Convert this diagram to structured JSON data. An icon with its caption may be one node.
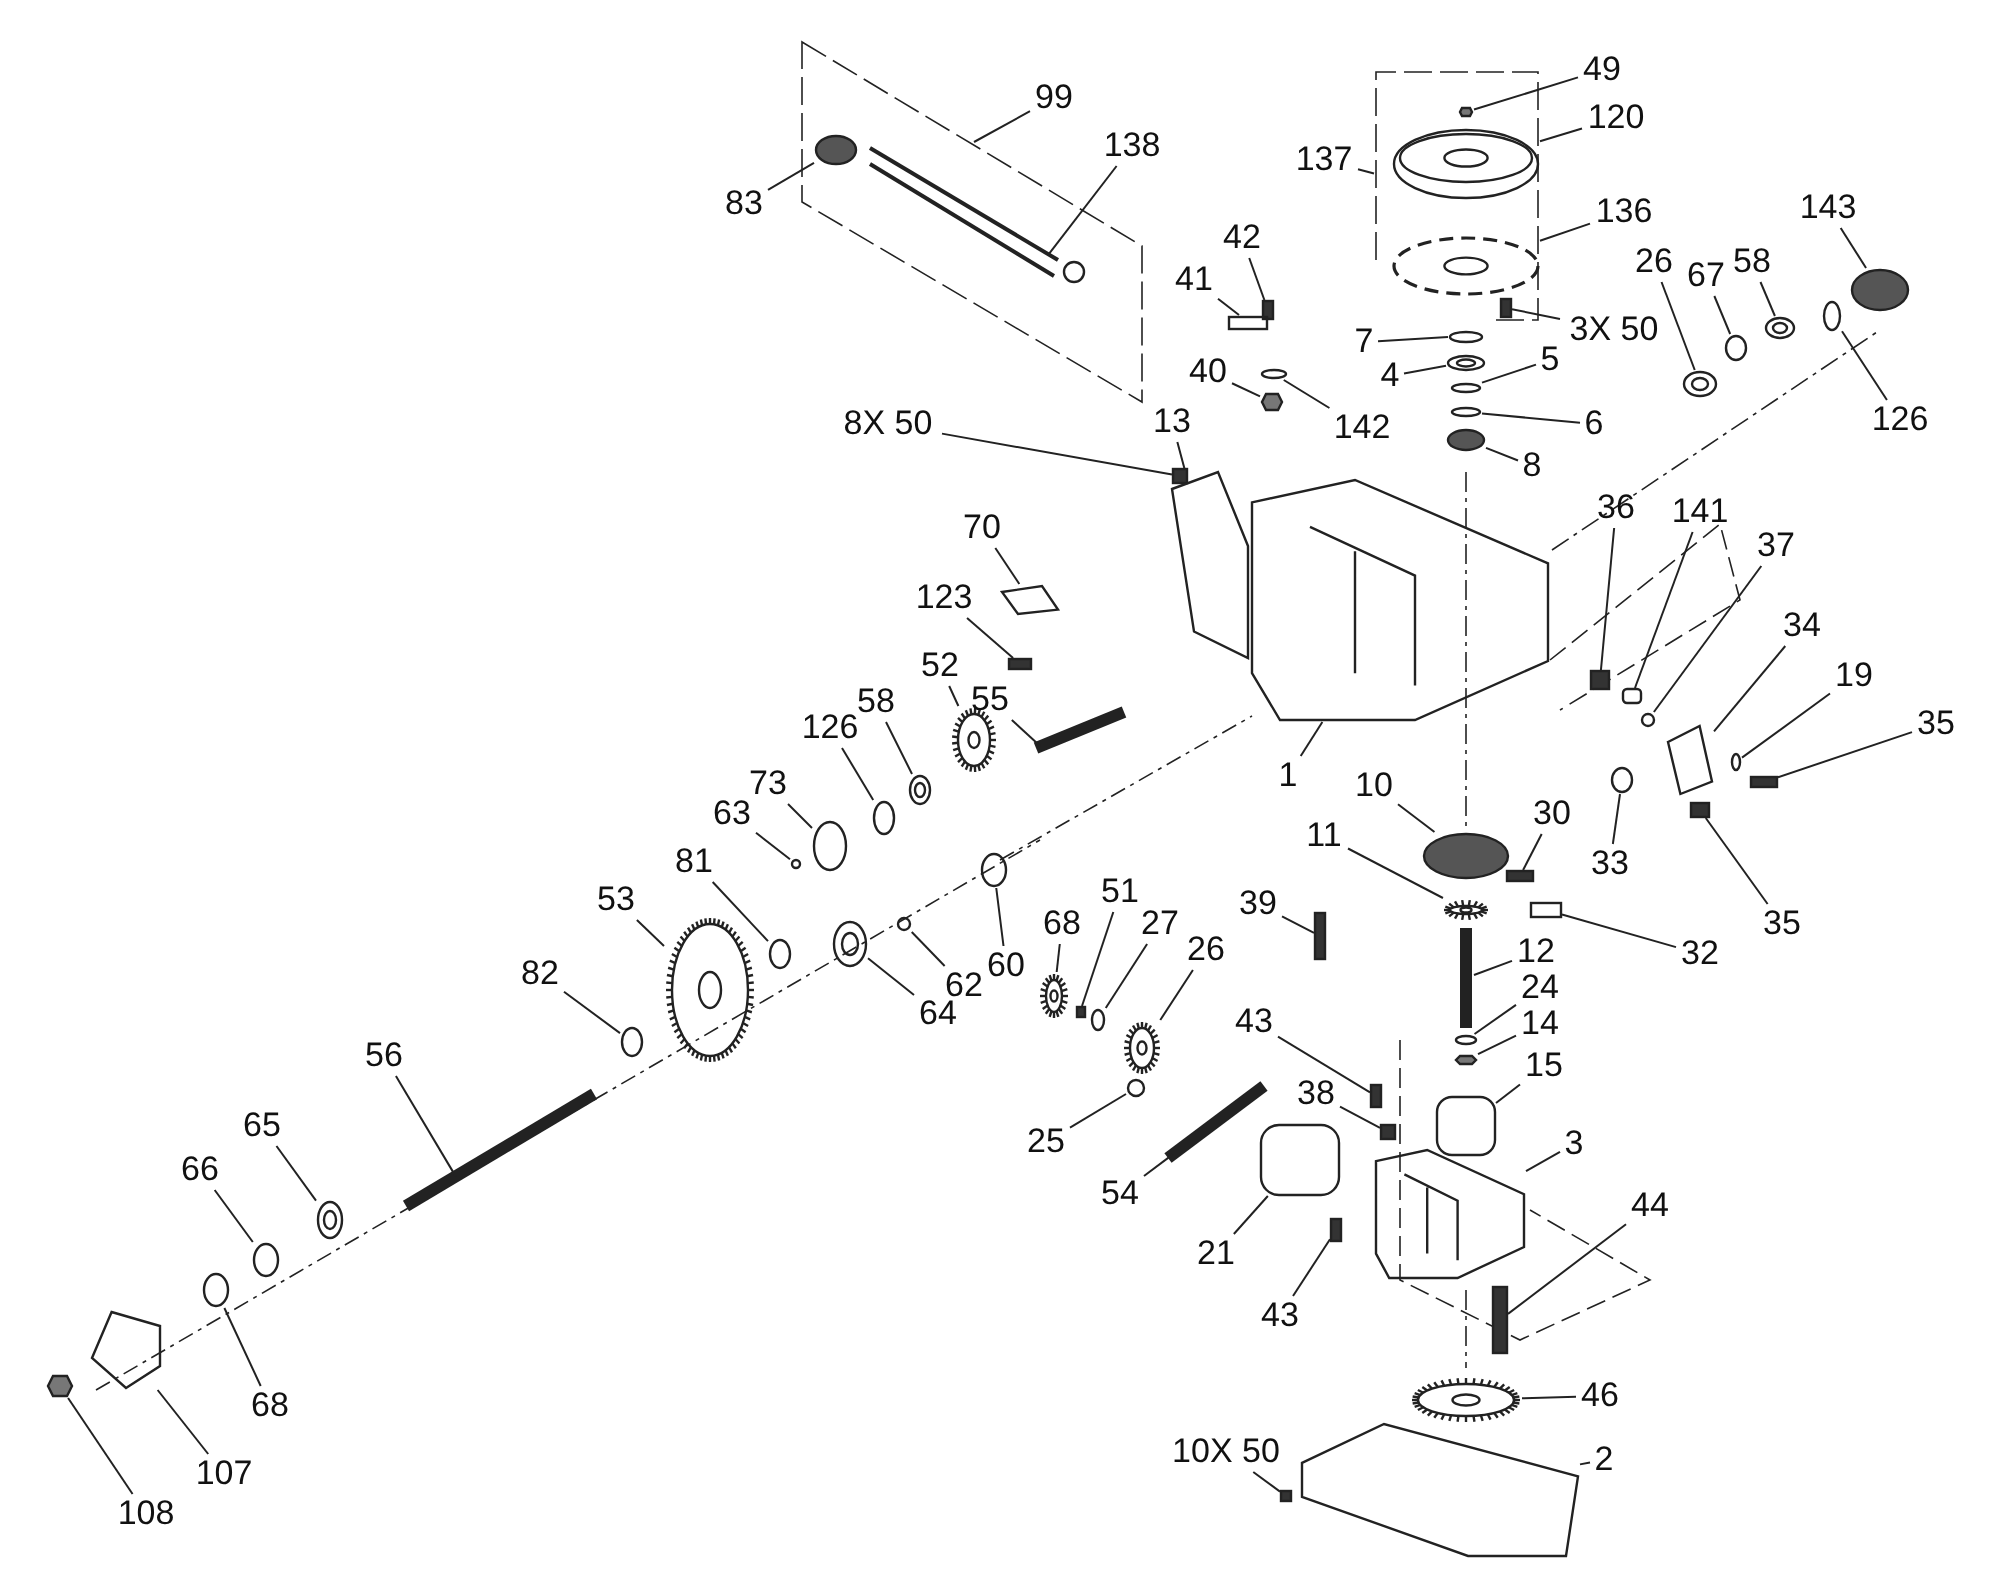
{
  "diagram": {
    "nodes": [
      {
        "text": [
          "99"
        ]
      },
      {
        "text": [
          "138"
        ]
      },
      {
        "text": [
          "83"
        ]
      },
      {
        "text": [
          "49"
        ]
      },
      {
        "text": [
          "120"
        ]
      },
      {
        "text": [
          "137"
        ]
      },
      {
        "text": [
          "136"
        ]
      },
      {
        "text": [
          "42"
        ]
      },
      {
        "text": [
          "143"
        ]
      },
      {
        "text": [
          "41"
        ]
      },
      {
        "text": [
          "26"
        ]
      },
      {
        "text": [
          "67"
        ]
      },
      {
        "text": [
          "58"
        ]
      },
      {
        "text": [
          "7"
        ]
      },
      {
        "text": [
          "3X 50"
        ]
      },
      {
        "text": [
          "4"
        ]
      },
      {
        "text": [
          "5"
        ]
      },
      {
        "text": [
          "40"
        ]
      },
      {
        "text": [
          "142"
        ]
      },
      {
        "text": [
          "6"
        ]
      },
      {
        "text": [
          "8"
        ]
      },
      {
        "text": [
          "126"
        ]
      },
      {
        "text": [
          "8X 50"
        ]
      },
      {
        "text": [
          "13"
        ]
      },
      {
        "text": [
          "70"
        ]
      },
      {
        "text": [
          "36"
        ]
      },
      {
        "text": [
          "141"
        ]
      },
      {
        "text": [
          "37"
        ]
      },
      {
        "text": [
          "34"
        ]
      },
      {
        "text": [
          "123"
        ]
      },
      {
        "text": [
          "19"
        ]
      },
      {
        "text": [
          "35"
        ]
      },
      {
        "text": [
          "52"
        ]
      },
      {
        "text": [
          "55"
        ]
      },
      {
        "text": [
          "58"
        ]
      },
      {
        "text": [
          "126"
        ]
      },
      {
        "text": [
          "1"
        ]
      },
      {
        "text": [
          "73"
        ]
      },
      {
        "text": [
          "10"
        ]
      },
      {
        "text": [
          "30"
        ]
      },
      {
        "text": [
          "63"
        ]
      },
      {
        "text": [
          "11"
        ]
      },
      {
        "text": [
          "35"
        ]
      },
      {
        "text": [
          "33"
        ]
      },
      {
        "text": [
          "32"
        ]
      },
      {
        "text": [
          "39"
        ]
      },
      {
        "text": [
          "81"
        ]
      },
      {
        "text": [
          "53"
        ]
      },
      {
        "text": [
          "68"
        ]
      },
      {
        "text": [
          "51"
        ]
      },
      {
        "text": [
          "27"
        ]
      },
      {
        "text": [
          "26"
        ]
      },
      {
        "text": [
          "12"
        ]
      },
      {
        "text": [
          "60"
        ]
      },
      {
        "text": [
          "62"
        ]
      },
      {
        "text": [
          "64"
        ]
      },
      {
        "text": [
          "24"
        ]
      },
      {
        "text": [
          "14"
        ]
      },
      {
        "text": [
          "43"
        ]
      },
      {
        "text": [
          "15"
        ]
      },
      {
        "text": [
          "82"
        ]
      },
      {
        "text": [
          "56"
        ]
      },
      {
        "text": [
          "25"
        ]
      },
      {
        "text": [
          "54"
        ]
      },
      {
        "text": [
          "38"
        ]
      },
      {
        "text": [
          "3"
        ]
      },
      {
        "text": [
          "65"
        ]
      },
      {
        "text": [
          "44"
        ]
      },
      {
        "text": [
          "66"
        ]
      },
      {
        "text": [
          "21"
        ]
      },
      {
        "text": [
          "43"
        ]
      },
      {
        "text": [
          "68"
        ]
      },
      {
        "text": [
          "46"
        ]
      },
      {
        "text": [
          "107"
        ]
      },
      {
        "text": [
          "10X 50"
        ]
      },
      {
        "text": [
          "2"
        ]
      },
      {
        "text": [
          "108"
        ]
      },
      {
        "text": [],
        "shape": "box"
      },
      {
        "text": [],
        "shape": "box"
      },
      {
        "text": [],
        "shape": "tube",
        "in": 77
      },
      {
        "text": [],
        "shape": "cap",
        "in": 77
      },
      {
        "text": [],
        "shape": "nut",
        "in": 78
      },
      {
        "text": [],
        "shape": "pulley",
        "in": 78
      },
      {
        "text": [],
        "shape": "fan",
        "in": 78
      },
      {
        "text": [],
        "shape": "pin"
      },
      {
        "text": [],
        "shape": "cap"
      },
      {
        "text": [],
        "shape": "lever"
      },
      {
        "text": [],
        "shape": "bearing"
      },
      {
        "text": [],
        "shape": "ring"
      },
      {
        "text": [],
        "shape": "bearing"
      },
      {
        "text": [],
        "shape": "ring"
      },
      {
        "text": [],
        "shape": "bolt",
        "in": 78
      },
      {
        "text": [],
        "shape": "bearing"
      },
      {
        "text": [],
        "shape": "ring"
      },
      {
        "text": [],
        "shape": "nut"
      },
      {
        "text": [],
        "shape": "ring"
      },
      {
        "text": [],
        "shape": "ring"
      },
      {
        "text": [],
        "shape": "cap"
      },
      {
        "text": [],
        "shape": "ring"
      },
      {
        "text": [],
        "shape": "bolt"
      },
      {
        "text": [],
        "shape": "gasket"
      },
      {
        "text": [],
        "shape": "bracket"
      },
      {
        "text": [],
        "shape": "bolt"
      },
      {
        "text": [],
        "shape": "block"
      },
      {
        "text": [],
        "shape": "ring"
      },
      {
        "text": [],
        "shape": "bracket"
      },
      {
        "text": [],
        "shape": "bolt"
      },
      {
        "text": [],
        "shape": "ring"
      },
      {
        "text": [],
        "shape": "bolt"
      },
      {
        "text": [],
        "shape": "gear"
      },
      {
        "text": [],
        "shape": "shaft"
      },
      {
        "text": [],
        "shape": "bearing"
      },
      {
        "text": [],
        "shape": "ring"
      },
      {
        "text": [],
        "shape": "housing"
      },
      {
        "text": [],
        "shape": "ring"
      },
      {
        "text": [],
        "shape": "cap"
      },
      {
        "text": [],
        "shape": "pin"
      },
      {
        "text": [],
        "shape": "ring"
      },
      {
        "text": [],
        "shape": "gear"
      },
      {
        "text": [],
        "shape": "bolt"
      },
      {
        "text": [],
        "shape": "ring"
      },
      {
        "text": [],
        "shape": "lever"
      },
      {
        "text": [],
        "shape": "pin"
      },
      {
        "text": [],
        "shape": "ring"
      },
      {
        "text": [],
        "shape": "gear"
      },
      {
        "text": [],
        "shape": "gear"
      },
      {
        "text": [],
        "shape": "pin"
      },
      {
        "text": [],
        "shape": "ring"
      },
      {
        "text": [],
        "shape": "gear"
      },
      {
        "text": [],
        "shape": "shaft"
      },
      {
        "text": [],
        "shape": "ring"
      },
      {
        "text": [],
        "shape": "ring"
      },
      {
        "text": [],
        "shape": "bearing"
      },
      {
        "text": [],
        "shape": "ring"
      },
      {
        "text": [],
        "shape": "nut"
      },
      {
        "text": [],
        "shape": "pin"
      },
      {
        "text": [],
        "shape": "block"
      },
      {
        "text": [],
        "shape": "ring"
      },
      {
        "text": [],
        "shape": "shaft"
      },
      {
        "text": [],
        "shape": "ring"
      },
      {
        "text": [],
        "shape": "shaft"
      },
      {
        "text": [],
        "shape": "pin"
      },
      {
        "text": [],
        "shape": "housing"
      },
      {
        "text": [],
        "shape": "bearing"
      },
      {
        "text": [],
        "shape": "bolt"
      },
      {
        "text": [],
        "shape": "ring"
      },
      {
        "text": [],
        "shape": "block"
      },
      {
        "text": [],
        "shape": "pin"
      },
      {
        "text": [],
        "shape": "ring"
      },
      {
        "text": [],
        "shape": "gear"
      },
      {
        "text": [],
        "shape": "hub"
      },
      {
        "text": [],
        "shape": "bolt"
      },
      {
        "text": [],
        "shape": "plate"
      },
      {
        "text": [],
        "shape": "nut"
      }
    ],
    "edges": [
      {
        "from": 0,
        "to": 77,
        "arrow": "none"
      },
      {
        "from": 1,
        "to": 79,
        "arrow": "none"
      },
      {
        "from": 2,
        "to": 80,
        "arrow": "none"
      },
      {
        "from": 3,
        "to": 81,
        "arrow": "none"
      },
      {
        "from": 4,
        "to": 82,
        "arrow": "none"
      },
      {
        "from": 5,
        "to": 78,
        "arrow": "none"
      },
      {
        "from": 6,
        "to": 83,
        "arrow": "none"
      },
      {
        "from": 7,
        "to": 84,
        "arrow": "none"
      },
      {
        "from": 8,
        "to": 85,
        "arrow": "none"
      },
      {
        "from": 9,
        "to": 86,
        "arrow": "none"
      },
      {
        "from": 10,
        "to": 87,
        "arrow": "none"
      },
      {
        "from": 11,
        "to": 88,
        "arrow": "none"
      },
      {
        "from": 12,
        "to": 89,
        "arrow": "none"
      },
      {
        "from": 13,
        "to": 90,
        "arrow": "none"
      },
      {
        "from": 14,
        "to": 91,
        "arrow": "none"
      },
      {
        "from": 15,
        "to": 92,
        "arrow": "none"
      },
      {
        "from": 16,
        "to": 93,
        "arrow": "none"
      },
      {
        "from": 17,
        "to": 94,
        "arrow": "none"
      },
      {
        "from": 18,
        "to": 95,
        "arrow": "none"
      },
      {
        "from": 19,
        "to": 96,
        "arrow": "none"
      },
      {
        "from": 20,
        "to": 97,
        "arrow": "none"
      },
      {
        "from": 21,
        "to": 98,
        "arrow": "none"
      },
      {
        "from": 22,
        "to": 99,
        "arrow": "none"
      },
      {
        "from": 23,
        "to": 100,
        "arrow": "none"
      },
      {
        "from": 24,
        "to": 101,
        "arrow": "none"
      },
      {
        "from": 25,
        "to": 102,
        "arrow": "none"
      },
      {
        "from": 26,
        "to": 103,
        "arrow": "none"
      },
      {
        "from": 27,
        "to": 104,
        "arrow": "none"
      },
      {
        "from": 28,
        "to": 105,
        "arrow": "none"
      },
      {
        "from": 29,
        "to": 106,
        "arrow": "none"
      },
      {
        "from": 30,
        "to": 107,
        "arrow": "none"
      },
      {
        "from": 31,
        "to": 108,
        "arrow": "none"
      },
      {
        "from": 32,
        "to": 109,
        "arrow": "none"
      },
      {
        "from": 33,
        "to": 110,
        "arrow": "none"
      },
      {
        "from": 34,
        "to": 111,
        "arrow": "none"
      },
      {
        "from": 35,
        "to": 112,
        "arrow": "none"
      },
      {
        "from": 36,
        "to": 113,
        "arrow": "none"
      },
      {
        "from": 37,
        "to": 114,
        "arrow": "none"
      },
      {
        "from": 38,
        "to": 115,
        "arrow": "none"
      },
      {
        "from": 39,
        "to": 116,
        "arrow": "none"
      },
      {
        "from": 40,
        "to": 117,
        "arrow": "none"
      },
      {
        "from": 41,
        "to": 118,
        "arrow": "none"
      },
      {
        "from": 42,
        "to": 119,
        "arrow": "none"
      },
      {
        "from": 43,
        "to": 120,
        "arrow": "none"
      },
      {
        "from": 44,
        "to": 121,
        "arrow": "none"
      },
      {
        "from": 45,
        "to": 122,
        "arrow": "none"
      },
      {
        "from": 46,
        "to": 123,
        "arrow": "none"
      },
      {
        "from": 47,
        "to": 124,
        "arrow": "none"
      },
      {
        "from": 48,
        "to": 125,
        "arrow": "none"
      },
      {
        "from": 49,
        "to": 126,
        "arrow": "none"
      },
      {
        "from": 50,
        "to": 127,
        "arrow": "none"
      },
      {
        "from": 51,
        "to": 128,
        "arrow": "none"
      },
      {
        "from": 52,
        "to": 129,
        "arrow": "none"
      },
      {
        "from": 53,
        "to": 130,
        "arrow": "none"
      },
      {
        "from": 54,
        "to": 131,
        "arrow": "none"
      },
      {
        "from": 55,
        "to": 132,
        "arrow": "none"
      },
      {
        "from": 56,
        "to": 133,
        "arrow": "none"
      },
      {
        "from": 57,
        "to": 134,
        "arrow": "none"
      },
      {
        "from": 58,
        "to": 135,
        "arrow": "none"
      },
      {
        "from": 59,
        "to": 136,
        "arrow": "none"
      },
      {
        "from": 60,
        "to": 137,
        "arrow": "none"
      },
      {
        "from": 61,
        "to": 138,
        "arrow": "none"
      },
      {
        "from": 62,
        "to": 139,
        "arrow": "none"
      },
      {
        "from": 63,
        "to": 140,
        "arrow": "none"
      },
      {
        "from": 64,
        "to": 141,
        "arrow": "none"
      },
      {
        "from": 65,
        "to": 142,
        "arrow": "none"
      },
      {
        "from": 66,
        "to": 143,
        "arrow": "none"
      },
      {
        "from": 67,
        "to": 144,
        "arrow": "none"
      },
      {
        "from": 68,
        "to": 145,
        "arrow": "none"
      },
      {
        "from": 69,
        "to": 146,
        "arrow": "none"
      },
      {
        "from": 70,
        "to": 147,
        "arrow": "none"
      },
      {
        "from": 71,
        "to": 148,
        "arrow": "none"
      },
      {
        "from": 72,
        "to": 149,
        "arrow": "none"
      },
      {
        "from": 73,
        "to": 150,
        "arrow": "none"
      },
      {
        "from": 74,
        "to": 151,
        "arrow": "none"
      },
      {
        "from": 75,
        "to": 152,
        "arrow": "none"
      },
      {
        "from": 76,
        "to": 153,
        "arrow": "none"
      }
    ]
  }
}
